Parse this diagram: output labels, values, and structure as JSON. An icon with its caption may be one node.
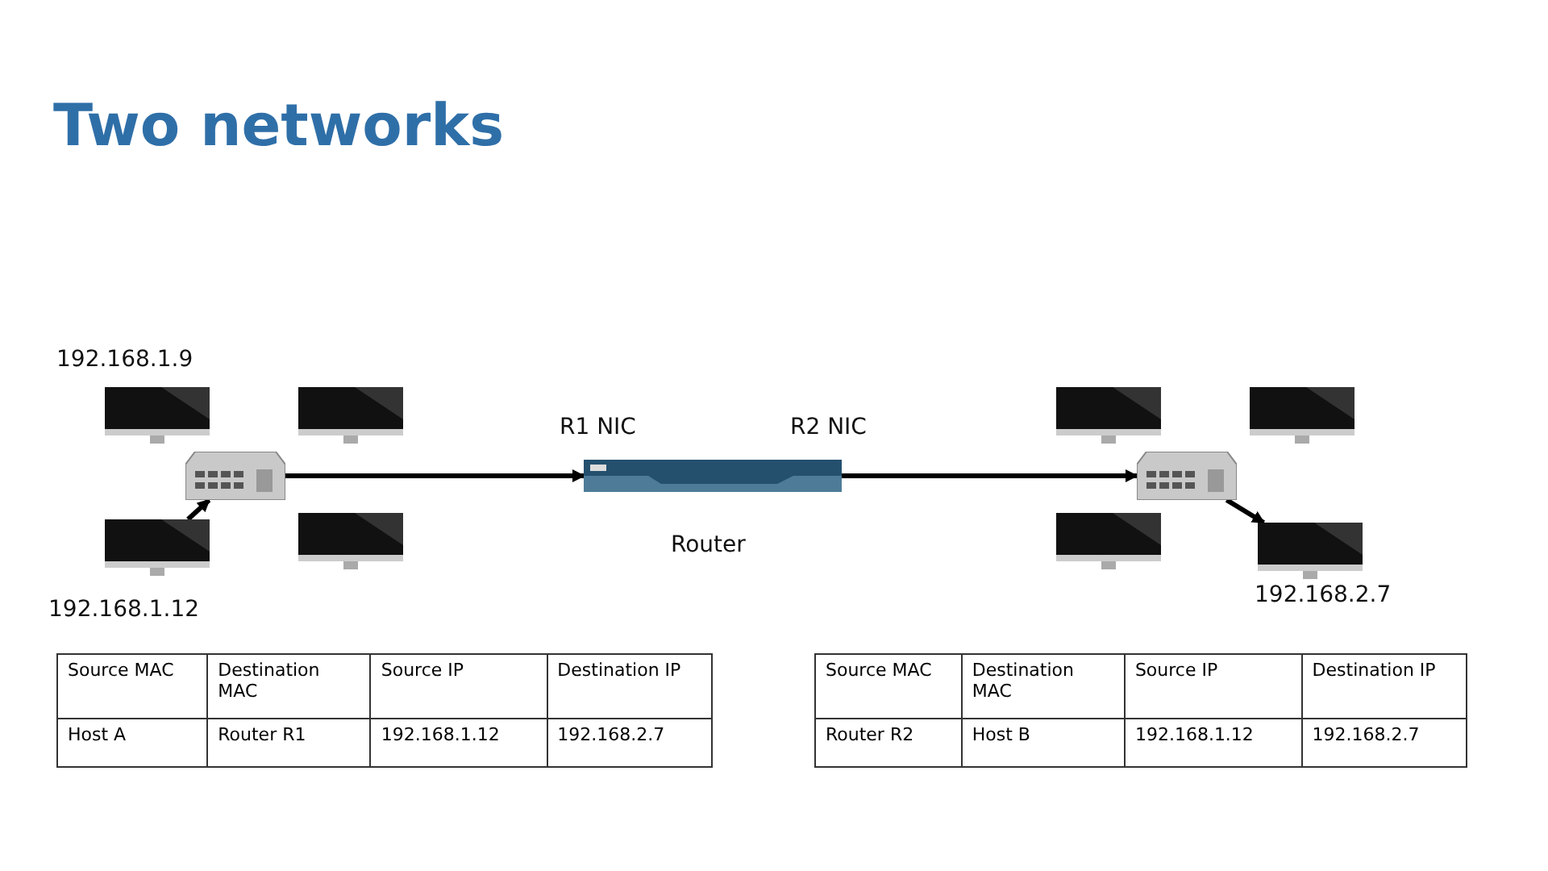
{
  "diagram": {
    "title": "Two networks",
    "nodes": [
      {
        "text": [],
        "shape": "monitor",
        "beside": [
          "192.168.1.9"
        ]
      },
      {
        "text": [],
        "shape": "monitor"
      },
      {
        "text": [],
        "shape": "monitor",
        "beside": [
          "192.168.1.12"
        ]
      },
      {
        "text": [],
        "shape": "monitor"
      },
      {
        "text": [],
        "shape": "switch"
      },
      {
        "text": [],
        "shape": "router",
        "beside": [
          "Router"
        ]
      },
      {
        "text": [],
        "shape": "switch"
      },
      {
        "text": [],
        "shape": "monitor"
      },
      {
        "text": [],
        "shape": "monitor"
      },
      {
        "text": [],
        "shape": "monitor"
      },
      {
        "text": [],
        "shape": "monitor",
        "beside": [
          "192.168.2.7"
        ]
      }
    ],
    "edges": [
      {
        "from": 2,
        "to": 4,
        "arrow": "to"
      },
      {
        "from": 4,
        "to": 5,
        "arrow": "to"
      },
      {
        "from": 5,
        "to": 6,
        "arrow": "to"
      },
      {
        "from": 6,
        "to": 10,
        "arrow": "to"
      }
    ],
    "labels": [
      "R1 NIC",
      "R2 NIC",
      "Source MAC",
      "Destination MAC",
      "Source IP",
      "Destination IP",
      "Host A",
      "Router R1",
      "192.168.1.12",
      "192.168.2.7",
      "Source MAC",
      "Destination MAC",
      "Source IP",
      "Destination IP",
      "Router R2",
      "Host B",
      "192.168.1.12",
      "192.168.2.7"
    ]
  }
}
